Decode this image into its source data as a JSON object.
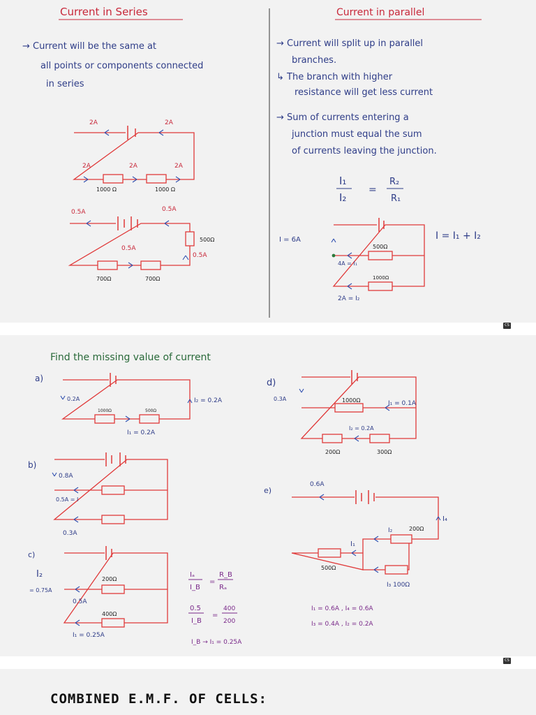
{
  "badge": "CS",
  "series": {
    "title": "Current in Series",
    "note1": "→ Current will be the same at",
    "note2": "all points or components connected",
    "note3": "in series",
    "c1": {
      "top_left": "2A",
      "top_right": "2A",
      "b1": "2A",
      "b2": "2A",
      "b3": "2A",
      "r1": "1000 Ω",
      "r2": "1000 Ω"
    },
    "c2": {
      "top_left": "0.5A",
      "top_right": "0.5A",
      "mid": "0.5A",
      "right": "0.5A",
      "r_side": "500Ω",
      "r1": "700Ω",
      "r2": "700Ω"
    }
  },
  "parallel": {
    "title": "Current in parallel",
    "n1a": "→ Current will split up in parallel",
    "n1b": "branches.",
    "n2a": "↳ The branch with higher",
    "n2b": "resistance will get less current",
    "n3a": "→ Sum of currents entering a",
    "n3b": "junction must equal the sum",
    "n3c": "of currents leaving the junction.",
    "ratio_left_num": "I₁",
    "ratio_left_den": "I₂",
    "ratio_eq": "=",
    "ratio_right_num": "R₂",
    "ratio_right_den": "R₁",
    "i_total": "I = 6A",
    "sum_eq": "I = I₁ + I₂",
    "r_top": "500Ω",
    "i1": "4A = I₁",
    "r_bot": "1000Ω",
    "i2": "2A = I₂"
  },
  "exercise": {
    "heading": "Find the missing value of current",
    "a": {
      "label": "a)",
      "left": "0.2A",
      "r1": "1000Ω",
      "r2": "500Ω",
      "i2": "I₂ = 0.2A",
      "i1": "I₁ = 0.2A"
    },
    "b": {
      "label": "b)",
      "top": "0.8A",
      "mid": "0.5A = I",
      "bot": "0.3A"
    },
    "c": {
      "label": "c)",
      "i2": "I₂",
      "i2val": "= 0.75A",
      "r_top": "200Ω",
      "mid": "0.5A",
      "r_bot": "400Ω",
      "i1": "I₁ = 0.25A",
      "f1_num": "Iₐ",
      "f1_den": "I_B",
      "f1_rnum": "R_B",
      "f1_rden": "Rₐ",
      "f2_num": "0.5",
      "f2_den": "I_B",
      "f2_rnum": "400",
      "f2_rden": "200",
      "f3": "I_B → I₁ = 0.25A"
    },
    "d": {
      "label": "d)",
      "left": "0.3A",
      "r_top": "1000Ω",
      "i1": "I₁ = 0.1A",
      "i2": "I₂ = 0.2A",
      "r1": "200Ω",
      "r2": "300Ω"
    },
    "e": {
      "label": "e)",
      "top": "0.6A",
      "i4": "I₄",
      "i2": "I₂",
      "r200": "200Ω",
      "i1": "I₁",
      "r500": "500Ω",
      "i3": "I₃ 100Ω",
      "ans1": "I₁ = 0.6A ,   I₄ = 0.6A",
      "ans2": "I₃ = 0.4A ,   I₂ = 0.2A"
    }
  },
  "emf": {
    "heading": "COMBINED E.M.F. OF CELLS:"
  }
}
